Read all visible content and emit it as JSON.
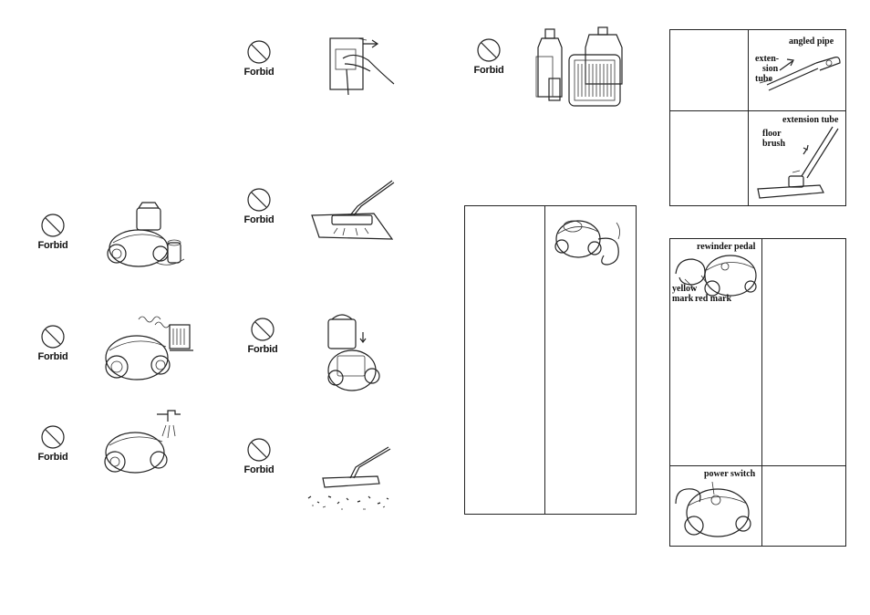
{
  "forbid_label": "Forbid",
  "labels": {
    "angled_pipe": "angled pipe",
    "extension_tube_left_1": "exten-",
    "extension_tube_left_2": "sion",
    "extension_tube_left_3": "tube",
    "extension_tube": "extension tube",
    "floor_brush_1": "floor",
    "floor_brush_2": "brush",
    "rewinder_pedal": "rewinder pedal",
    "yellow_mark_1": "yellow",
    "yellow_mark_2": "mark",
    "red_mark": "red mark",
    "power_switch": "power switch"
  },
  "illustrations": {
    "col1": [
      "vacuum-with-flammables-icon",
      "vacuum-near-heater-icon",
      "vacuum-under-tap-icon"
    ],
    "col2": [
      "unplug-by-cord-icon",
      "brush-on-wet-floor-icon",
      "water-tank-on-vacuum-icon",
      "brush-on-debris-icon"
    ],
    "col3": [
      "chemical-bottles-icon",
      "vacuum-with-hose-icon"
    ],
    "col4": [
      "angled-pipe-extension-icon",
      "floor-brush-attach-icon",
      "cord-rewinder-icon",
      "power-switch-icon"
    ]
  }
}
